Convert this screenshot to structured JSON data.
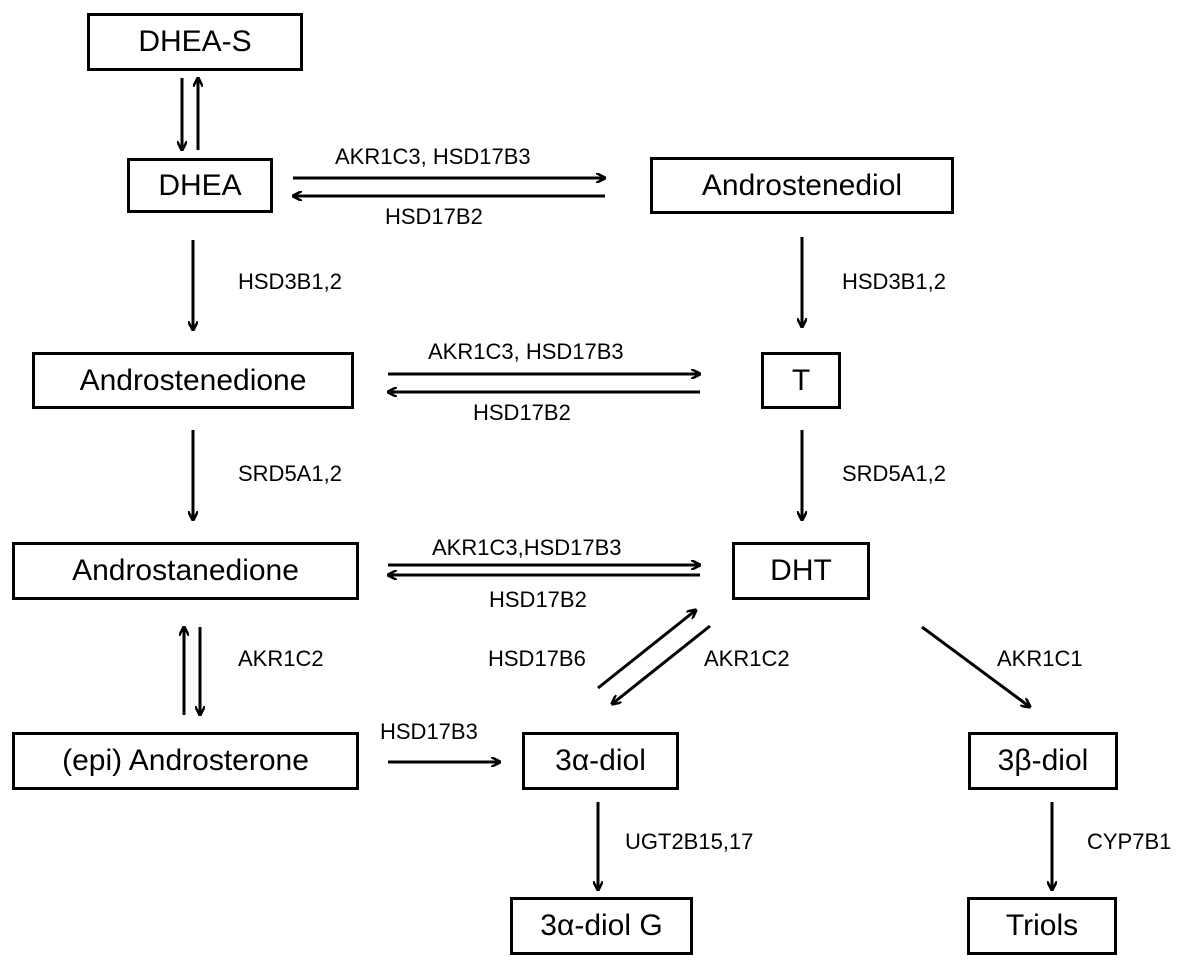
{
  "nodes": {
    "dhea_s": "DHEA-S",
    "dhea": "DHEA",
    "androstenediol": "Androstenediol",
    "androstenedione": "Androstenedione",
    "t": "T",
    "androstanedione": "Androstanedione",
    "dht": "DHT",
    "epi_androsterone": "(epi) Androsterone",
    "diol_3a": "3α-diol",
    "diol_3b": "3β-diol",
    "diol_3a_g": "3α-diol G",
    "triols": "Triols"
  },
  "enzymes": {
    "dhea_to_adiol": "AKR1C3, HSD17B3",
    "adiol_to_dhea": "HSD17B2",
    "dhea_to_adione": "HSD3B1,2",
    "adiol_to_t": "HSD3B1,2",
    "adione_to_t": "AKR1C3, HSD17B3",
    "t_to_adione": "HSD17B2",
    "adione_to_andione": "SRD5A1,2",
    "t_to_dht": "SRD5A1,2",
    "andione_to_dht": "AKR1C3,HSD17B3",
    "dht_to_andione": "HSD17B2",
    "andione_androsterone": "AKR1C2",
    "diol3a_to_dht": "HSD17B6",
    "dht_to_diol3a": "AKR1C2",
    "dht_to_diol3b": "AKR1C1",
    "androsterone_to_diol3a": "HSD17B3",
    "diol3a_to_g": "UGT2B15,17",
    "diol3b_to_triols": "CYP7B1"
  }
}
